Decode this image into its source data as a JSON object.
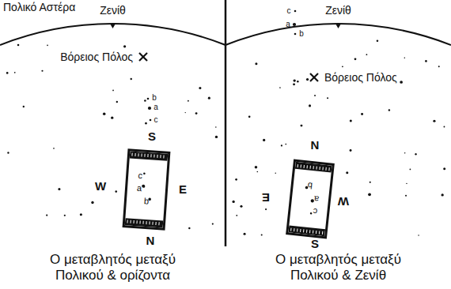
{
  "diagram": {
    "nodes": [
      {
        "text": [
          "c",
          "a",
          "b"
        ]
      },
      {
        "text": [
          "c",
          "a",
          "b"
        ]
      }
    ],
    "labels": [
      "Πολικό Αστέρα",
      "Ζενίθ",
      "Βόρειος Πόλος",
      "b",
      "a",
      "c",
      "S",
      "W",
      "E",
      "N",
      "Ζενίθ",
      "c",
      "a",
      "b",
      "Βόρειος Πόλος",
      "N",
      "E",
      "W",
      "S",
      "Ο μεταβλητός μεταξύ Πολικού & ορίζοντα",
      "Ο μεταβλητός μεταξύ Πολικού & Ζενίθ"
    ]
  }
}
